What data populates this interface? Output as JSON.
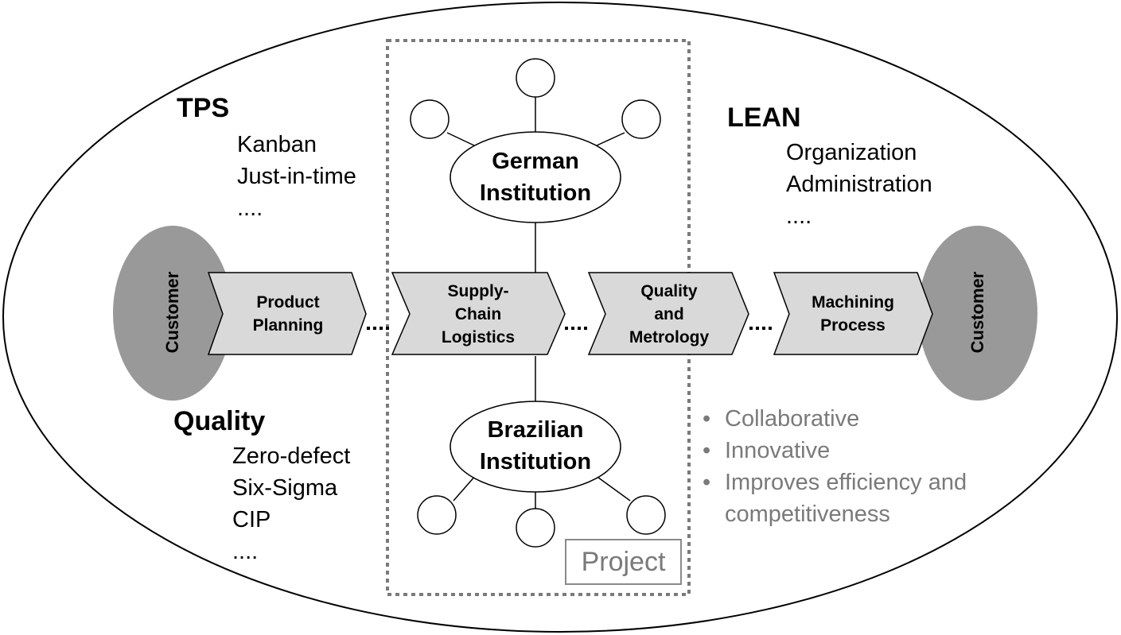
{
  "tps": {
    "title": "TPS",
    "items": [
      "Kanban",
      "Just-in-time",
      "...."
    ]
  },
  "lean": {
    "title": "LEAN",
    "items": [
      "Organization",
      "Administration",
      "...."
    ]
  },
  "quality": {
    "title": "Quality",
    "items": [
      "Zero-defect",
      "Six-Sigma",
      "CIP",
      "...."
    ]
  },
  "customer_left": "Customer",
  "customer_right": "Customer",
  "steps": [
    {
      "line1": "Product",
      "line2": "Planning"
    },
    {
      "line1": "Supply-",
      "line2": "Chain",
      "line3": "Logistics"
    },
    {
      "line1": "Quality",
      "line2": "and",
      "line3": "Metrology"
    },
    {
      "line1": "Machining",
      "line2": "Process"
    }
  ],
  "institutions": {
    "german": {
      "line1": "German",
      "line2": "Institution"
    },
    "brazilian": {
      "line1": "Brazilian",
      "line2": "Institution"
    }
  },
  "benefits": [
    "Collaborative",
    "Innovative",
    "Improves efficiency and",
    "competitiveness"
  ],
  "bullet_char": "•",
  "project_label": "Project",
  "colors": {
    "step_fill": "#d9d9d9",
    "customer_fill": "#999999",
    "project_border": "#8a8a8a",
    "benefit_text": "#7a7a7a"
  }
}
